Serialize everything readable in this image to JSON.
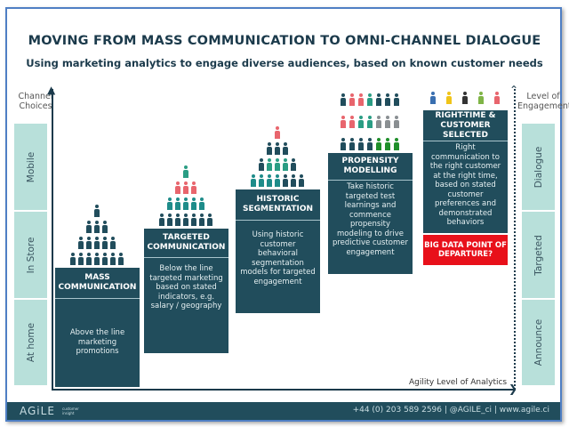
{
  "title": "MOVING FROM MASS COMMUNICATION TO OMNI-CHANNEL DIALOGUE",
  "subtitle": "Using marketing analytics to engage diverse audiences, based on known customer needs",
  "left_axis": {
    "label_line1": "Channel",
    "label_line2": "Choices",
    "bands": [
      "Mobile",
      "In Store",
      "At home"
    ]
  },
  "right_axis": {
    "label_line1": "Level of",
    "label_line2": "Engagement",
    "bands": [
      "Dialogue",
      "Targeted",
      "Announce"
    ]
  },
  "x_axis_label": "Agility Level of Analytics",
  "colors": {
    "dark": "#214d5c",
    "teal": "#1e8c8a",
    "green_teal": "#2a9d84",
    "red": "#e8656d",
    "grey": "#8a8f92",
    "green": "#1f8f2a",
    "blue": "#3a6fb0",
    "yellow": "#f0c419",
    "black": "#333333",
    "lime": "#7fb446",
    "accent_red": "#e8101a",
    "band": "#b8e0da"
  },
  "stages": [
    {
      "title": "MASS COMMUNICATION",
      "description": "Above the line marketing promotions",
      "pyramid": [
        [
          "dark"
        ],
        [
          "dark",
          "dark",
          "dark"
        ],
        [
          "dark",
          "dark",
          "dark",
          "dark",
          "dark"
        ],
        [
          "dark",
          "dark",
          "dark",
          "dark",
          "dark",
          "dark",
          "dark"
        ]
      ]
    },
    {
      "title": "TARGETED COMMUNICATION",
      "description": "Below the line targeted marketing based on stated indicators, e.g. salary / geography",
      "pyramid": [
        [
          "green_teal"
        ],
        [
          "red",
          "red",
          "red"
        ],
        [
          "teal",
          "teal",
          "teal",
          "teal",
          "teal"
        ],
        [
          "dark",
          "dark",
          "dark",
          "dark",
          "dark",
          "dark",
          "dark"
        ]
      ]
    },
    {
      "title": "HISTORIC SEGMENTATION",
      "description": "Using historic customer behavioral segmentation models for targeted engagement",
      "pyramid": [
        [
          "red"
        ],
        [
          "dark",
          "dark",
          "dark"
        ],
        [
          "dark",
          "green_teal",
          "green_teal",
          "green_teal",
          "dark"
        ],
        [
          "teal",
          "teal",
          "teal",
          "teal",
          "dark",
          "dark",
          "dark"
        ]
      ]
    },
    {
      "title": "PROPENSITY MODELLING",
      "description": "Take historic targeted test learnings and commence propensity modeling to drive predictive customer engagement",
      "pyramid": [
        [
          "dark",
          "red",
          "red",
          "green_teal",
          "dark",
          "dark",
          "dark"
        ],
        [
          "red",
          "red",
          "green_teal",
          "green_teal",
          "grey",
          "grey",
          "grey"
        ],
        [
          "dark",
          "dark",
          "dark",
          "dark",
          "green",
          "green",
          "green"
        ]
      ]
    },
    {
      "title": "RIGHT-TIME & CUSTOMER SELECTED",
      "description": "Right communication to the right customer at the right time, based on stated customer preferences and demonstrated behaviors",
      "callout": "BIG DATA POINT OF DEPARTURE?",
      "pyramid": [
        [
          "blue",
          "yellow",
          "black",
          "lime",
          "red"
        ]
      ]
    }
  ],
  "footer": {
    "logo": "AGiLE",
    "logo_sub1": "customer",
    "logo_sub2": "insight",
    "contact": "+44 (0) 203 589 2596  |  @AGILE_ci  |  www.agile.ci"
  }
}
